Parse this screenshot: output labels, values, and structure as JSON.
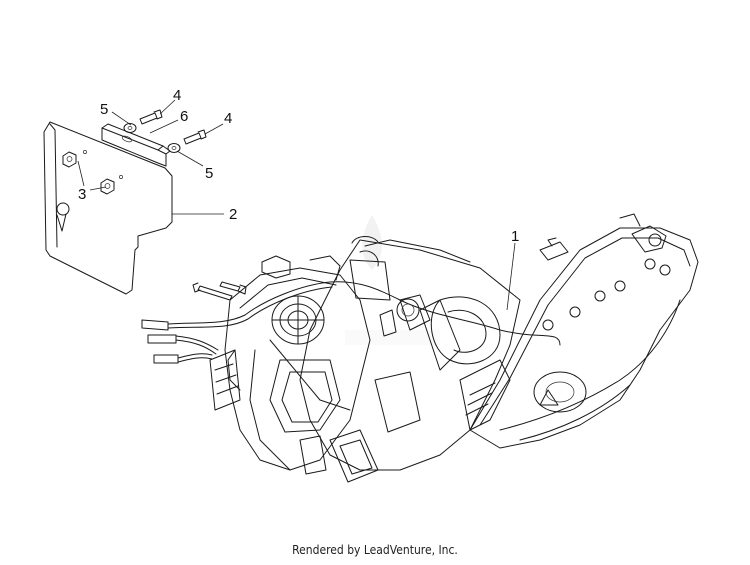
{
  "callouts": {
    "c1": "1",
    "c2": "2",
    "c3": "3",
    "c4a": "4",
    "c4b": "4",
    "c5a": "5",
    "c5b": "5",
    "c6": "6"
  },
  "footer": "Rendered by LeadVenture, Inc."
}
